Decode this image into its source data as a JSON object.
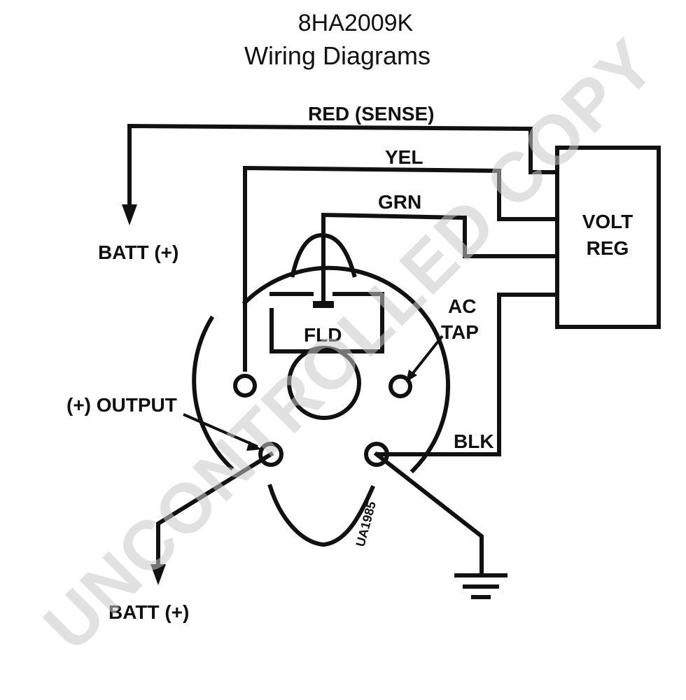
{
  "title": {
    "model": "8HA2009K",
    "subtitle": "Wiring Diagrams"
  },
  "wires": {
    "red_sense": "RED (SENSE)",
    "yellow": "YEL",
    "green": "GRN",
    "black": "BLK"
  },
  "components": {
    "volt_reg_line1": "VOLT",
    "volt_reg_line2": "REG",
    "fld": "FLD",
    "ac_tap_line1": "AC",
    "ac_tap_line2": "TAP",
    "output": "(+) OUTPUT",
    "batt_top": "BATT (+)",
    "batt_bottom": "BATT (+)",
    "figure_code": "UA1985"
  },
  "watermark": "UNCONTROLLED COPY"
}
